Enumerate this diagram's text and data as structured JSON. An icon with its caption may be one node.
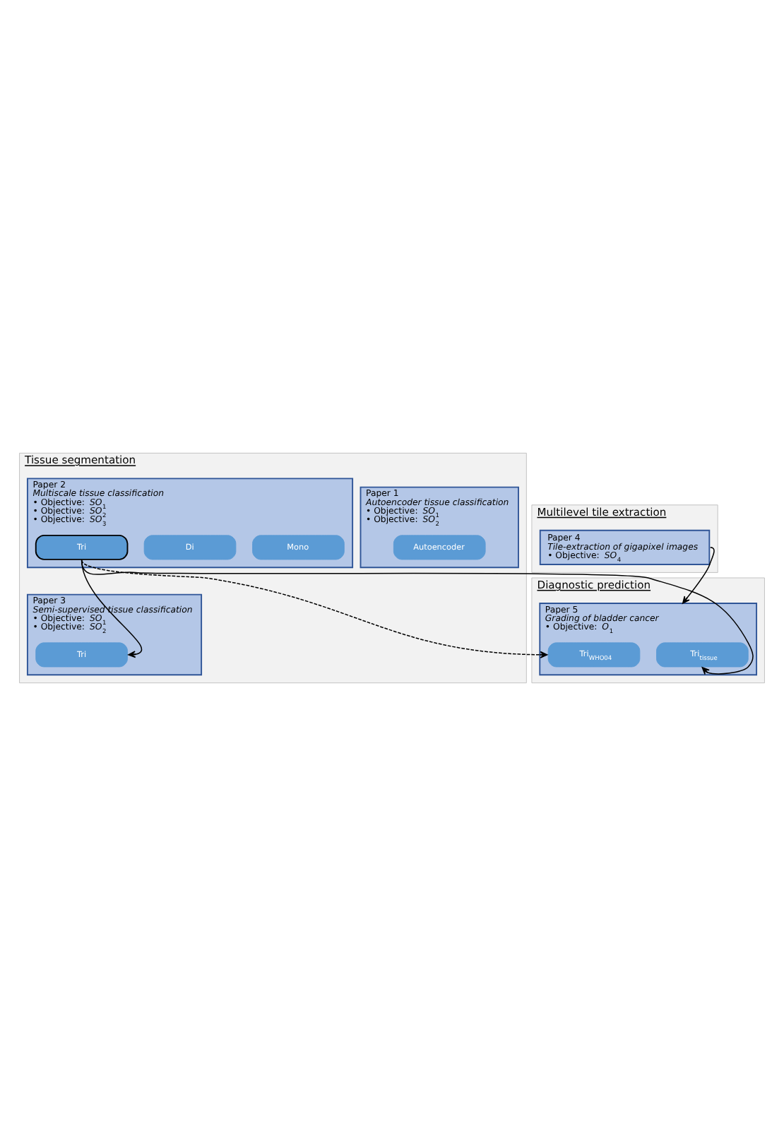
{
  "diagram": {
    "nodes": [
      {
        "text": [
          "Tissue segmentation"
        ]
      },
      {
        "text": [
          "Paper 1",
          "Autoencoder tissue classification",
          "• Objective: *SO*$_{1}$",
          "• Objective: *SO*$_{2}$"
        ],
        "in": 0
      },
      {
        "text": [
          "Autoencoder"
        ],
        "in": 1
      },
      {
        "text": [
          "Paper 2",
          "Multiscale tissue classification",
          "• Objective: *SO*$_{1}$",
          "• Objective: *SO*$_{2}$",
          "• Objective: *SO*$_{3}$"
        ],
        "in": 0
      },
      {
        "text": [
          "Mono"
        ],
        "in": 3
      },
      {
        "text": [
          "Di"
        ],
        "in": 3
      },
      {
        "text": [
          "Tri"
        ],
        "in": 3
      },
      {
        "text": [
          "Paper 3",
          "Semi-supervised tissue classification",
          "• Objective: *SO*$_{1}$",
          "• Objective: *SO*$_{2}$"
        ],
        "in": 0
      },
      {
        "text": [
          "Tri"
        ],
        "in": 7
      },
      {
        "text": [
          "Multilevel tile extraction"
        ]
      },
      {
        "text": [
          "Paper 4",
          "Tile-extraction of gigapixel images",
          "• Objective: *SO*$_{4}$"
        ],
        "in": 9
      },
      {
        "text": [
          "Diagnostic prediction"
        ]
      },
      {
        "text": [
          "Paper 5",
          "Grading of bladder cancer",
          "• Objective: *O*$_{1}$"
        ],
        "in": 11
      },
      {
        "text": [
          "Tri$_{tissue}$"
        ],
        "in": 12
      },
      {
        "text": [
          "Tri$_{WHO04}$"
        ],
        "in": 12
      }
    ],
    "edges": [
      {
        "from": 6,
        "to": 8,
        "arrow": "to"
      },
      {
        "from": 10,
        "to": 12,
        "arrow": "to"
      },
      {
        "from": 6,
        "to": 13,
        "arrow": "to"
      },
      {
        "from": 6,
        "to": 14,
        "arrow": "to",
        "style": "dashed"
      }
    ]
  }
}
